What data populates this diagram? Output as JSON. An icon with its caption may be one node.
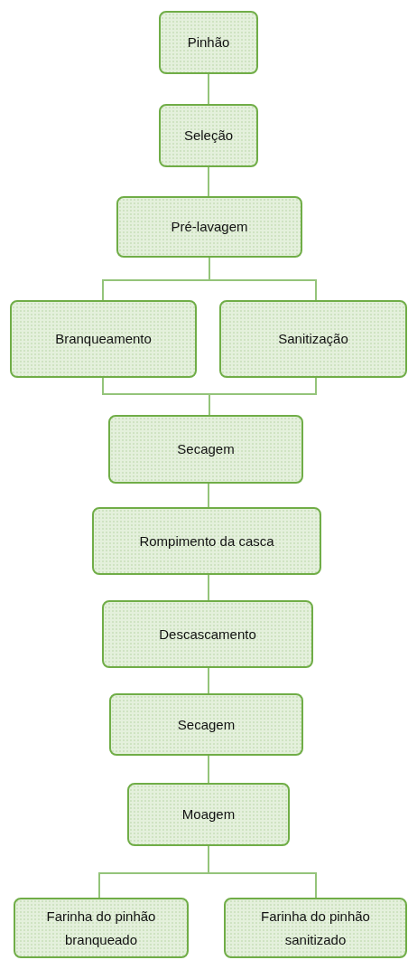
{
  "diagram": {
    "nodes": [
      {
        "text": [
          "Pinhão"
        ]
      },
      {
        "text": [
          "Seleção"
        ]
      },
      {
        "text": [
          "Pré-lavagem"
        ]
      },
      {
        "text": [
          "Branqueamento"
        ]
      },
      {
        "text": [
          "Sanitização"
        ]
      },
      {
        "text": [
          "Secagem"
        ]
      },
      {
        "text": [
          "Rompimento da casca"
        ]
      },
      {
        "text": [
          "Descascamento"
        ]
      },
      {
        "text": [
          "Secagem"
        ]
      },
      {
        "text": [
          "Moagem"
        ]
      },
      {
        "text": [
          "Farinha do pinhão branqueado"
        ]
      },
      {
        "text": [
          "Farinha do pinhão sanitizado"
        ]
      }
    ],
    "edges": [
      {
        "from": 0,
        "to": 1,
        "arrow": "none"
      },
      {
        "from": 1,
        "to": 2,
        "arrow": "none"
      },
      {
        "from": 2,
        "to": 3,
        "arrow": "none"
      },
      {
        "from": 2,
        "to": 4,
        "arrow": "none"
      },
      {
        "from": 3,
        "to": 5,
        "arrow": "none"
      },
      {
        "from": 4,
        "to": 5,
        "arrow": "none"
      },
      {
        "from": 5,
        "to": 6,
        "arrow": "none"
      },
      {
        "from": 6,
        "to": 7,
        "arrow": "none"
      },
      {
        "from": 7,
        "to": 8,
        "arrow": "none"
      },
      {
        "from": 8,
        "to": 9,
        "arrow": "none"
      },
      {
        "from": 9,
        "to": 10,
        "arrow": "none"
      },
      {
        "from": 9,
        "to": 11,
        "arrow": "none"
      }
    ]
  }
}
